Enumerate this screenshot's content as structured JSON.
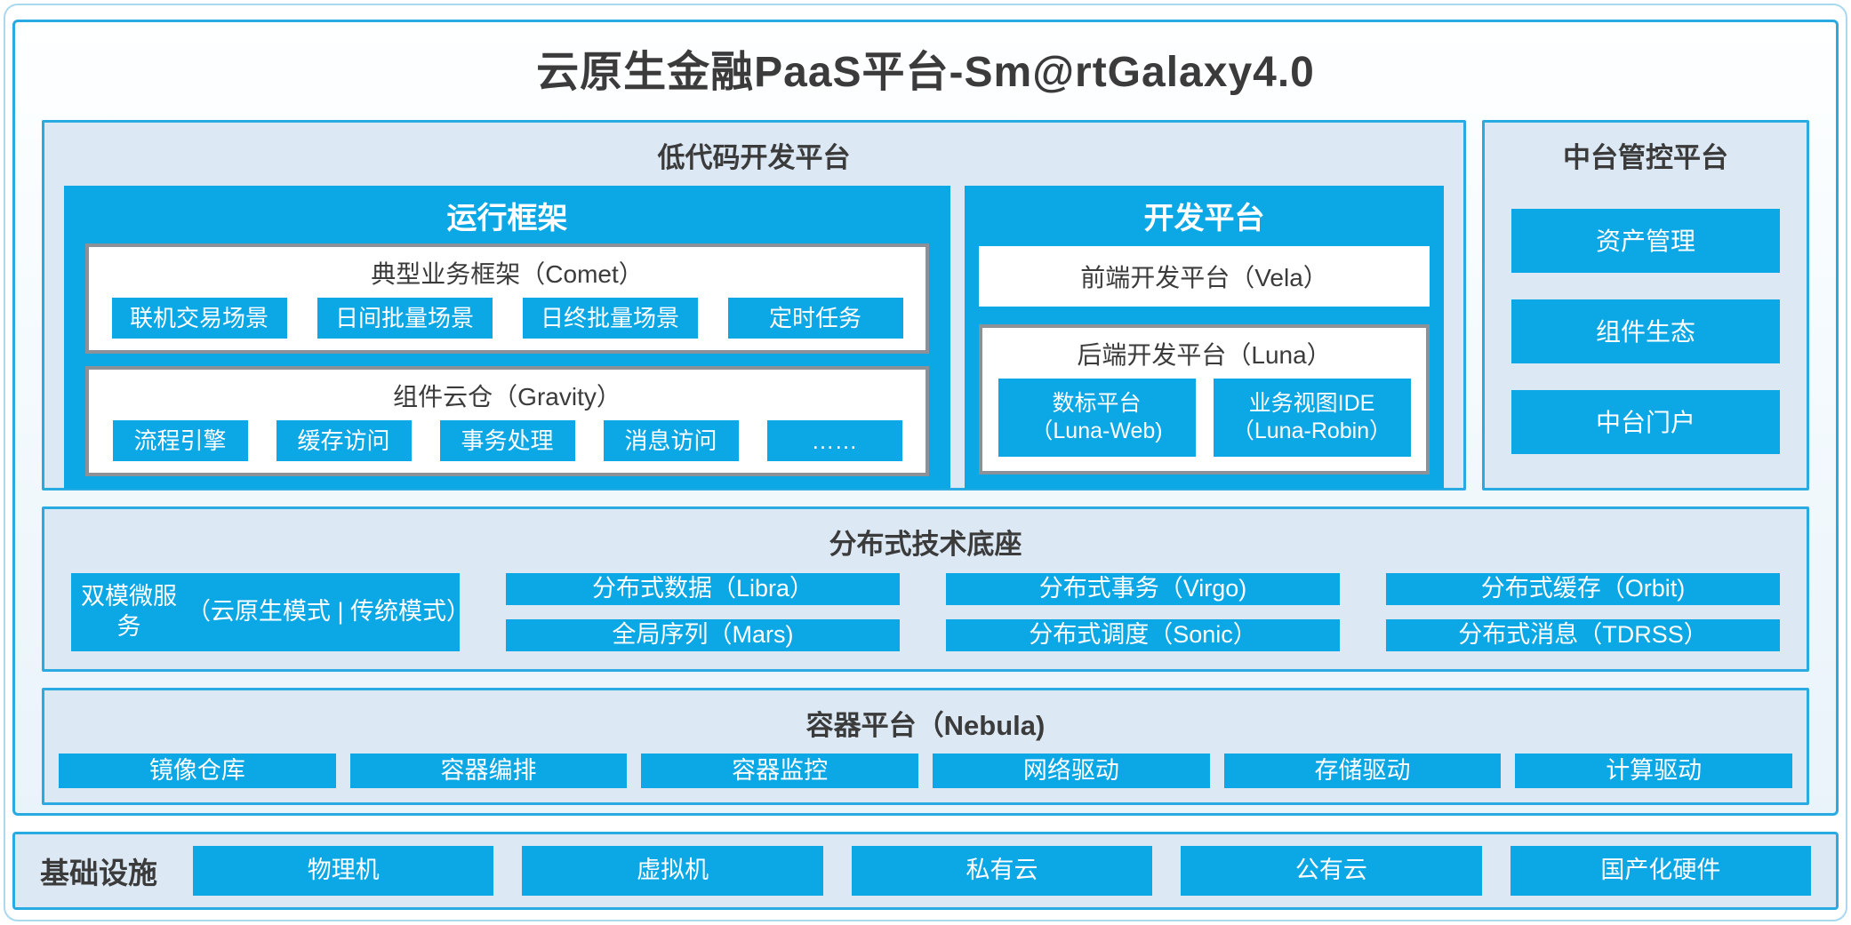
{
  "title": "云原生金融PaaS平台-Sm@rtGalaxy4.0",
  "colors": {
    "azure_fill": "#0ca7e5",
    "frame_border": "#29abe2",
    "panel_bg": "#dce9f5",
    "white_box_border": "#8b9196",
    "text_dark": "#3b3b3b",
    "text_light": "#ffffff"
  },
  "lowcode": {
    "header": "低代码开发平台",
    "runtime": {
      "title": "运行框架",
      "comet": {
        "title": "典型业务框架（Comet）",
        "buttons": [
          "联机交易场景",
          "日间批量场景",
          "日终批量场景",
          "定时任务"
        ]
      },
      "gravity": {
        "title": "组件云仓（Gravity）",
        "buttons": [
          "流程引擎",
          "缓存访问",
          "事务处理",
          "消息访问",
          "……"
        ]
      }
    },
    "dev": {
      "title": "开发平台",
      "vela": "前端开发平台（Vela）",
      "luna": {
        "title": "后端开发平台（Luna）",
        "buttons": [
          {
            "line1": "数标平台",
            "line2": "（Luna-Web)"
          },
          {
            "line1": "业务视图IDE",
            "line2": "（Luna-Robin）"
          }
        ]
      }
    }
  },
  "midplatform": {
    "header": "中台管控平台",
    "buttons": [
      "资产管理",
      "组件生态",
      "中台门户"
    ]
  },
  "distributed": {
    "header": "分布式技术底座",
    "dual_mode": {
      "line1": "双模微服务",
      "line2": "（云原生模式 | 传统模式）"
    },
    "buttons": [
      "分布式数据（Libra）",
      "分布式事务（Virgo)",
      "分布式缓存（Orbit)",
      "全局序列（Mars)",
      "分布式调度（Sonic）",
      "分布式消息（TDRSS）"
    ]
  },
  "container_platform": {
    "header": "容器平台（Nebula)",
    "buttons": [
      "镜像仓库",
      "容器编排",
      "容器监控",
      "网络驱动",
      "存储驱动",
      "计算驱动"
    ]
  },
  "infrastructure": {
    "label": "基础设施",
    "buttons": [
      "物理机",
      "虚拟机",
      "私有云",
      "公有云",
      "国产化硬件"
    ]
  }
}
